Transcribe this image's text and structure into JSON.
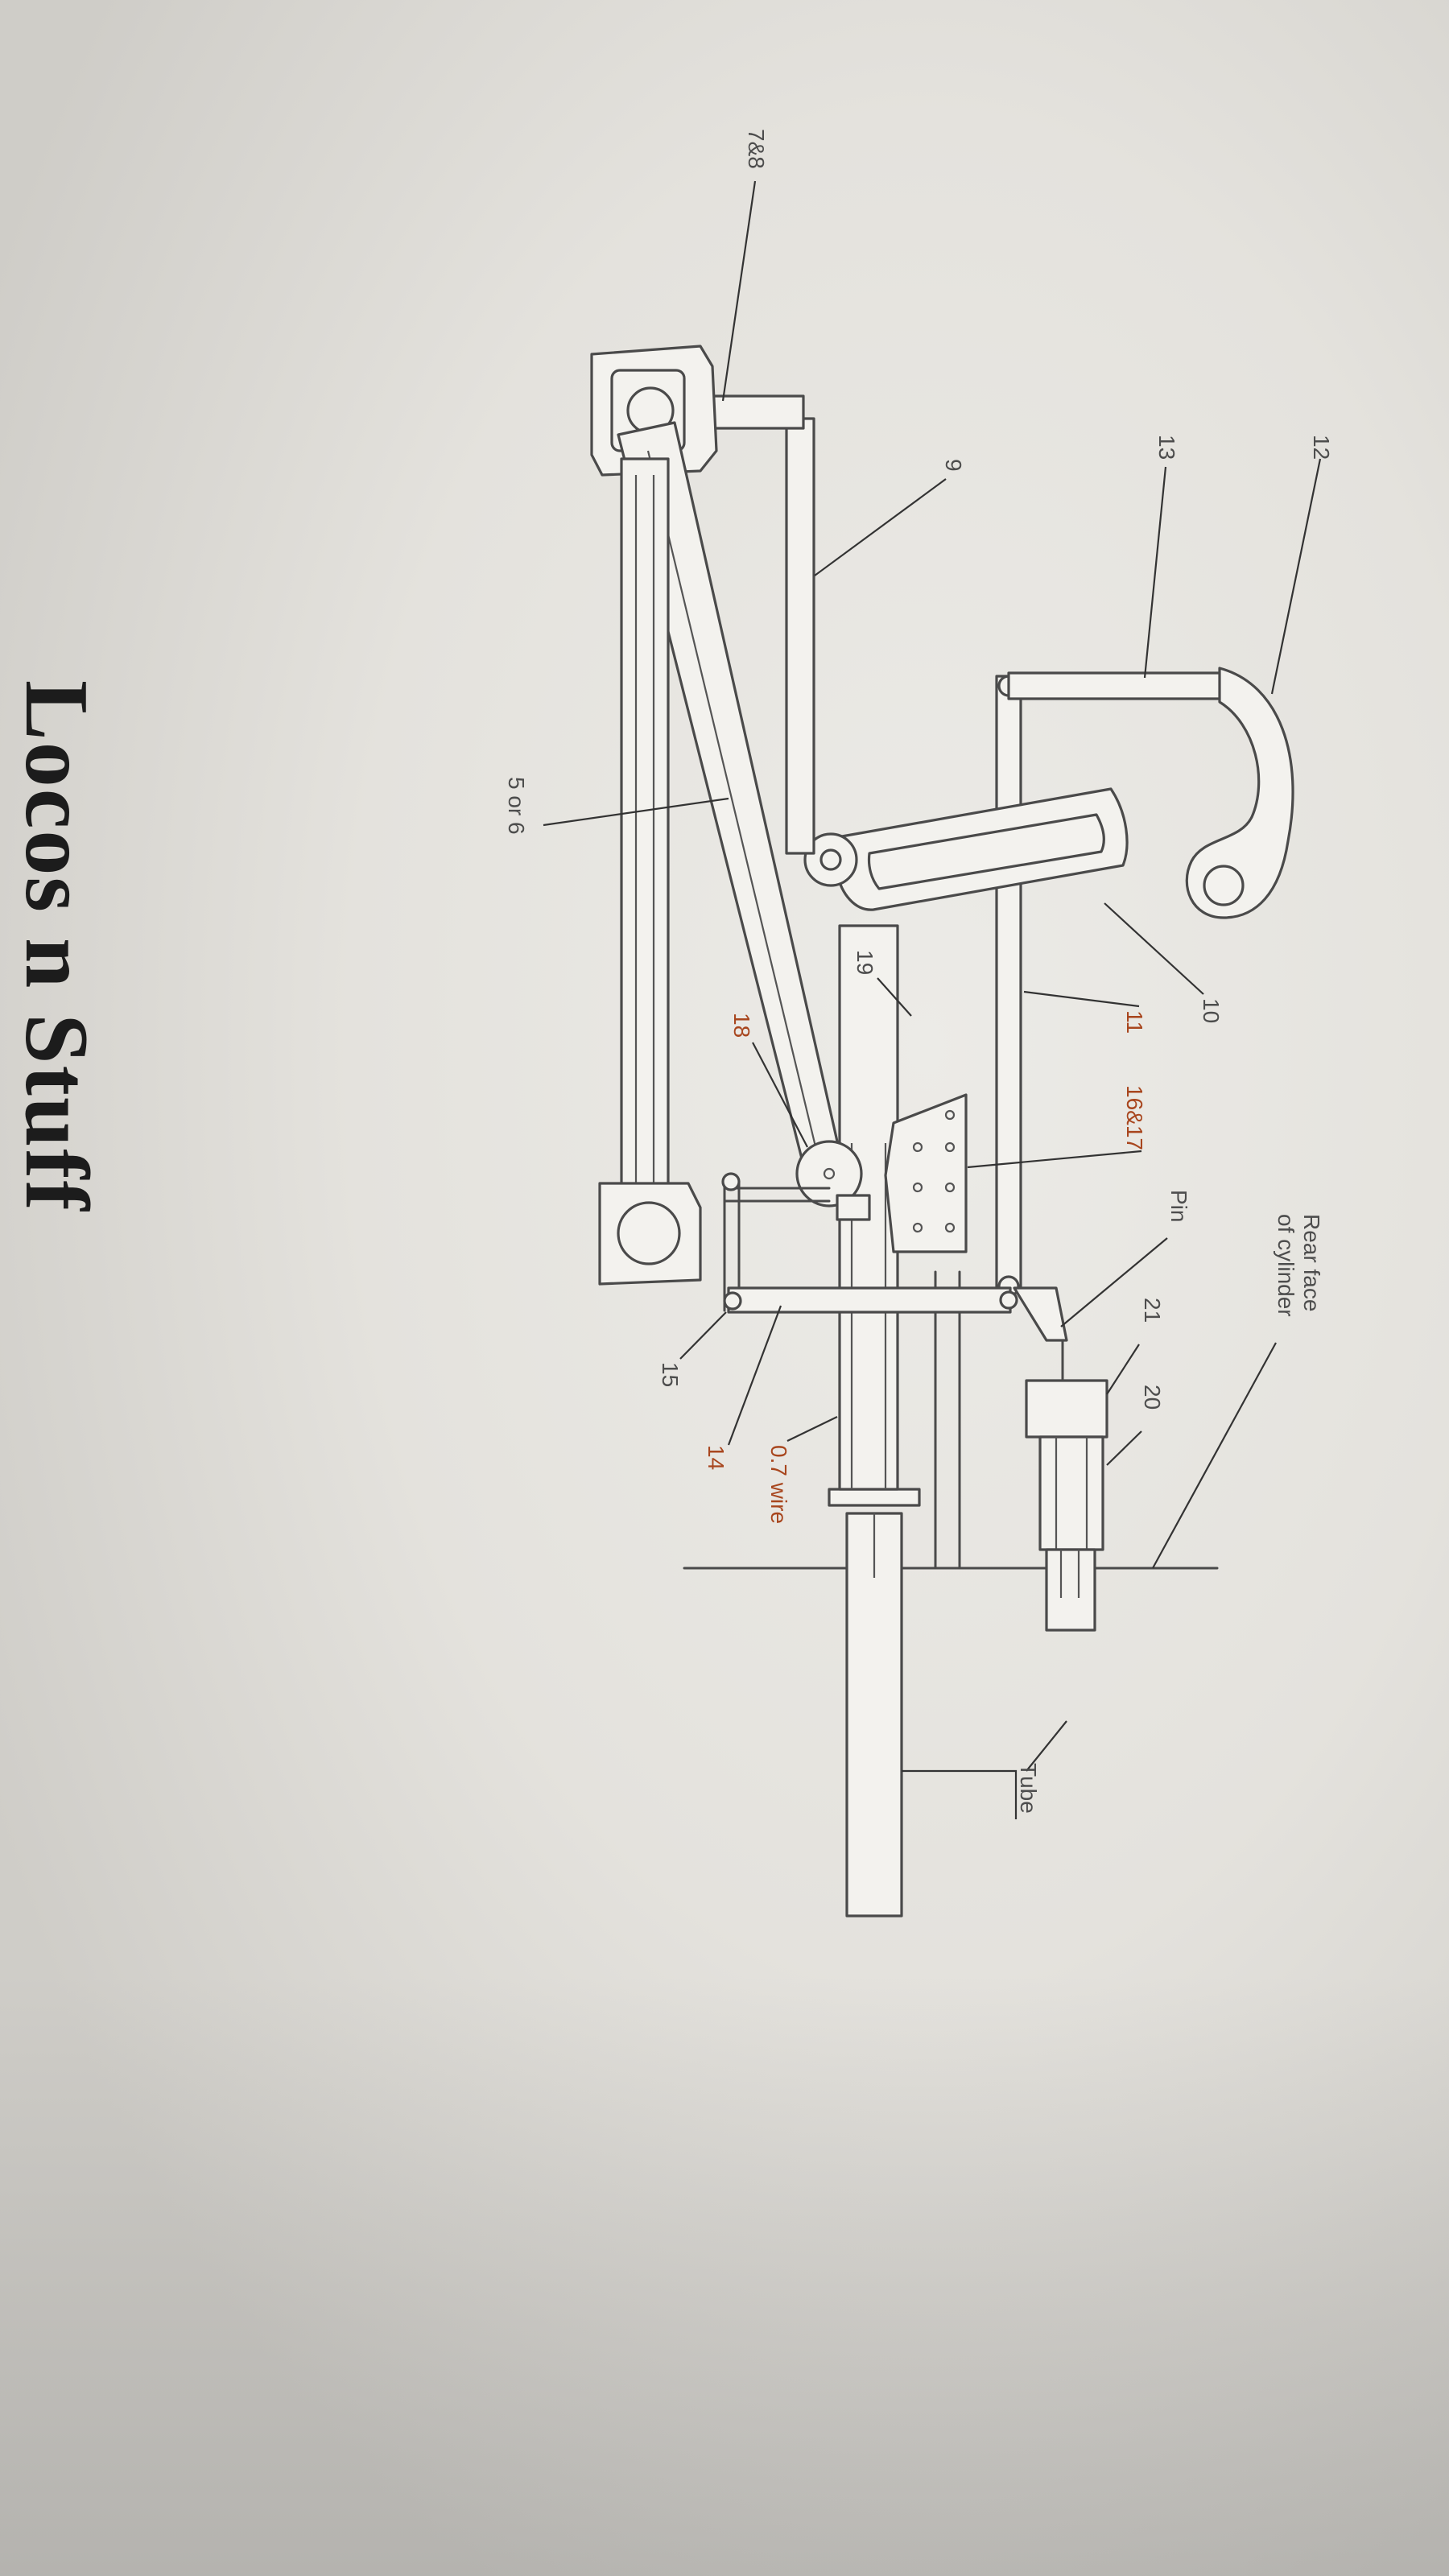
{
  "title": "Locos n Stuff",
  "labels": {
    "l12": "12",
    "l13": "13",
    "l9": "9",
    "l7_8": "7&8",
    "l5or6": "5 or 6",
    "l19": "19",
    "l18": "18",
    "l10": "10",
    "l11": "11",
    "l16_17": "16&17",
    "l15": "15",
    "l14": "14",
    "l07wire": "0.7 wire",
    "lpin": "Pin",
    "l21": "21",
    "l20": "20",
    "lrear1": "Rear face",
    "lrear2": "of cylinder",
    "ltube": "Tube"
  },
  "colors": {
    "line": "#4a4a4a",
    "grey_label": "#4d4d4d",
    "red_label": "#a8461e",
    "paper": "#ecebe7"
  }
}
